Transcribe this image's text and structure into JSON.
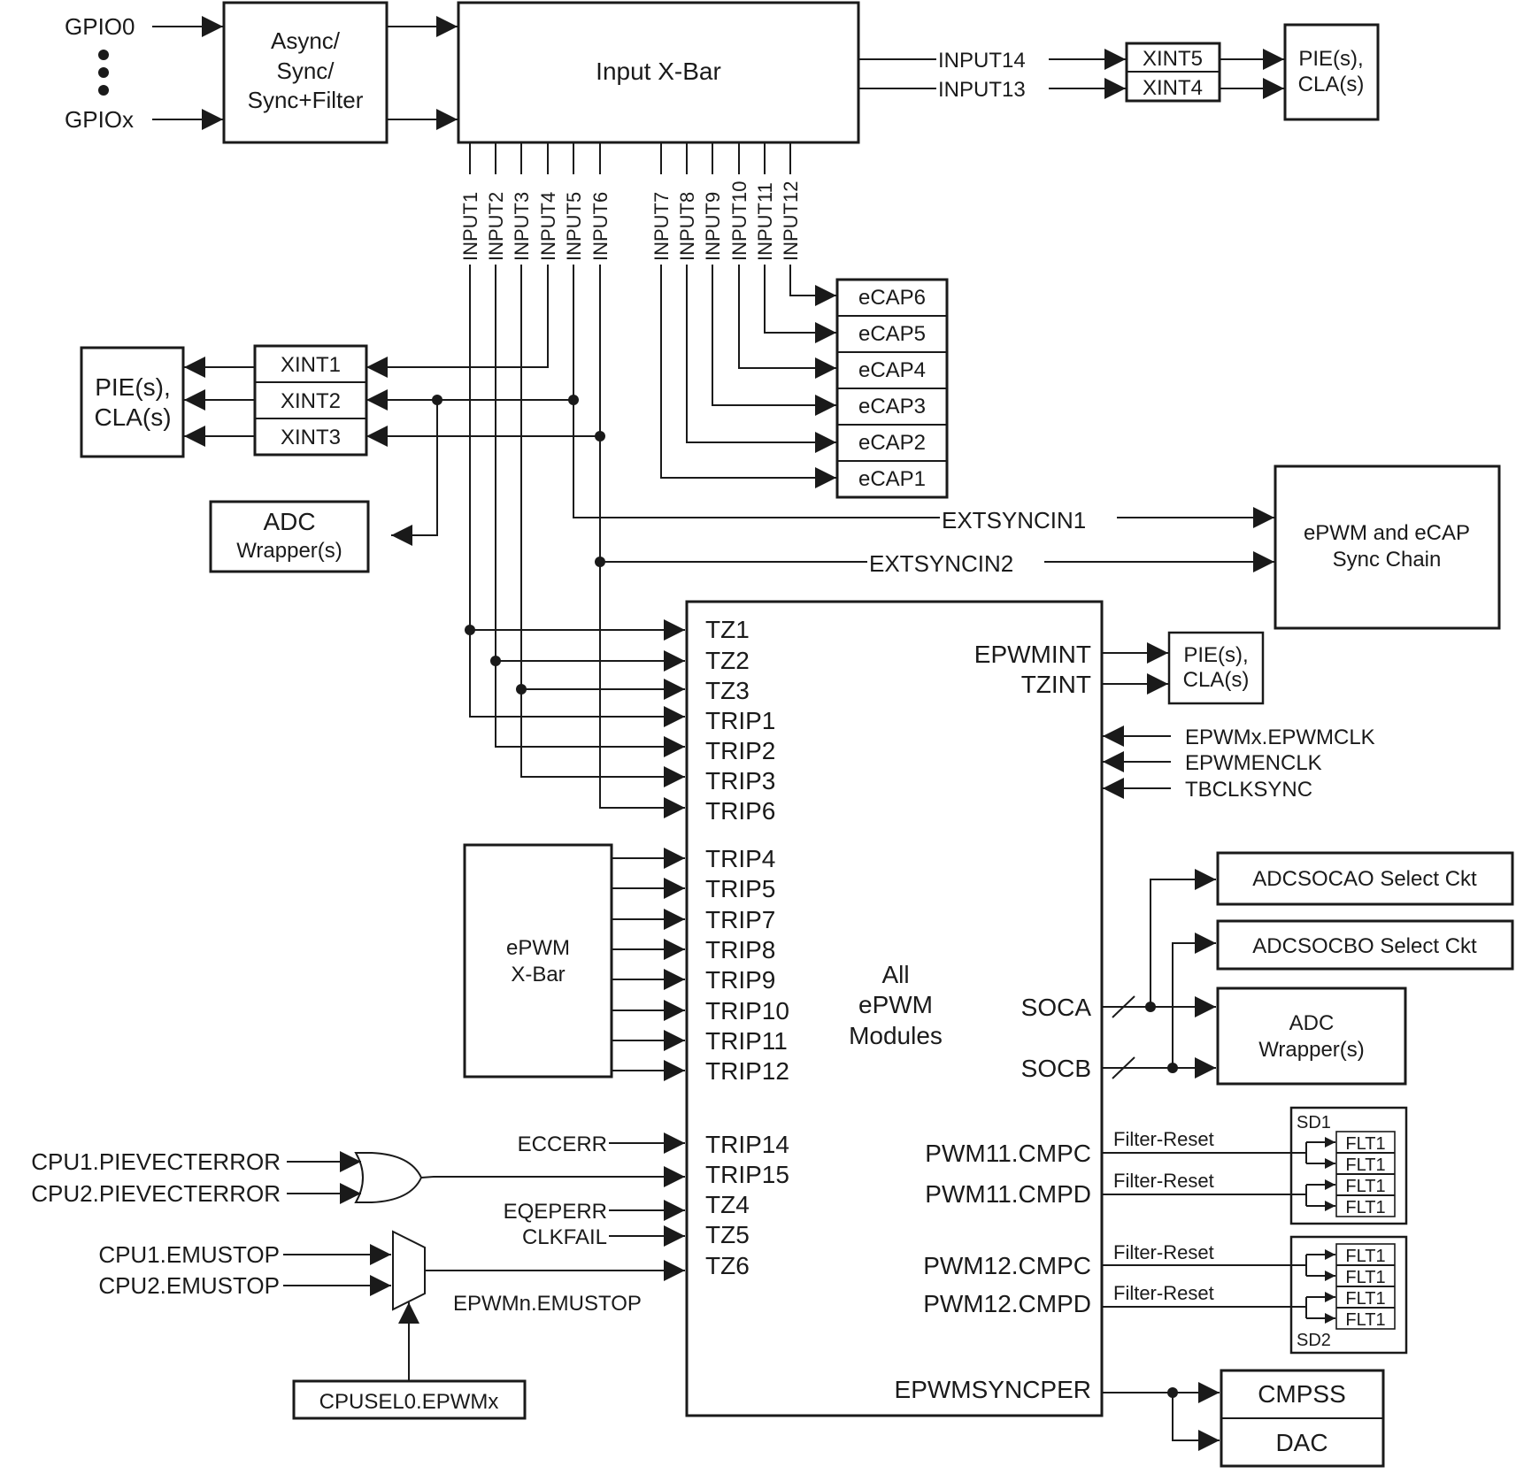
{
  "colors": {
    "line": "#1a1a1a",
    "background": "#ffffff"
  },
  "gpio": {
    "first": "GPIO0",
    "last": "GPIOx"
  },
  "sync_block": {
    "lines": [
      "Async/",
      "Sync/",
      "Sync+Filter"
    ]
  },
  "input_xbar": {
    "label": "Input X-Bar"
  },
  "xbar_outputs": [
    "INPUT1",
    "INPUT2",
    "INPUT3",
    "INPUT4",
    "INPUT5",
    "INPUT6",
    "INPUT7",
    "INPUT8",
    "INPUT9",
    "INPUT10",
    "INPUT11",
    "INPUT12"
  ],
  "right_inputs": {
    "input14": "INPUT14",
    "input13": "INPUT13",
    "xint5": "XINT5",
    "xint4": "XINT4",
    "pie_top": [
      "PIE(s),",
      "CLA(s)"
    ]
  },
  "ecap": [
    "eCAP6",
    "eCAP5",
    "eCAP4",
    "eCAP3",
    "eCAP2",
    "eCAP1"
  ],
  "xint_left": {
    "items": [
      "XINT1",
      "XINT2",
      "XINT3"
    ],
    "pie": [
      "PIE(s),",
      "CLA(s)"
    ]
  },
  "adc_left": [
    "ADC",
    "Wrapper(s)"
  ],
  "sync_chain": {
    "extsyncin1": "EXTSYNCIN1",
    "extsyncin2": "EXTSYNCIN2",
    "lines": [
      "ePWM and eCAP",
      "Sync Chain"
    ]
  },
  "epwm_block": {
    "title_lines": [
      "All",
      "ePWM",
      "Modules"
    ],
    "left_inputs_group1": [
      "TZ1",
      "TZ2",
      "TZ3",
      "TRIP1",
      "TRIP2",
      "TRIP3",
      "TRIP6"
    ],
    "left_inputs_group2": [
      "TRIP4",
      "TRIP5",
      "TRIP7",
      "TRIP8",
      "TRIP9",
      "TRIP10",
      "TRIP11",
      "TRIP12"
    ],
    "left_inputs_group3": [
      "TRIP14",
      "TRIP15",
      "TZ4",
      "TZ5",
      "TZ6"
    ],
    "outputs": {
      "epwmint": "EPWMINT",
      "tzint": "TZINT",
      "soca": "SOCA",
      "socb": "SOCB",
      "pwm11c": "PWM11.CMPC",
      "pwm11d": "PWM11.CMPD",
      "pwm12c": "PWM12.CMPC",
      "pwm12d": "PWM12.CMPD",
      "syncper": "EPWMSYNCPER"
    }
  },
  "int_pie": [
    "PIE(s),",
    "CLA(s)"
  ],
  "clocks": [
    "EPWMx.EPWMCLK",
    "EPWMENCLK",
    "TBCLKSYNC"
  ],
  "epwm_xbar": [
    "ePWM",
    "X-Bar"
  ],
  "adcsoc": {
    "a": "ADCSOCAO Select Ckt",
    "b": "ADCSOCBO Select Ckt",
    "adc": [
      "ADC",
      "Wrapper(s)"
    ]
  },
  "sd": {
    "sd1": "SD1",
    "sd2": "SD2",
    "flt": "FLT1",
    "filter_reset": "Filter-Reset"
  },
  "errors": {
    "eccerr": "ECCERR",
    "eqeperr": "EQEPERR",
    "clkfail": "CLKFAIL",
    "cpu1_pievect": "CPU1.PIEVECTERROR",
    "cpu2_pievect": "CPU2.PIEVECTERROR"
  },
  "emustop": {
    "cpu1": "CPU1.EMUSTOP",
    "cpu2": "CPU2.EMUSTOP",
    "out": "EPWMn.EMUSTOP",
    "sel": "CPUSEL0.EPWMx"
  },
  "cmpss": {
    "cmpss": "CMPSS",
    "dac": "DAC"
  }
}
